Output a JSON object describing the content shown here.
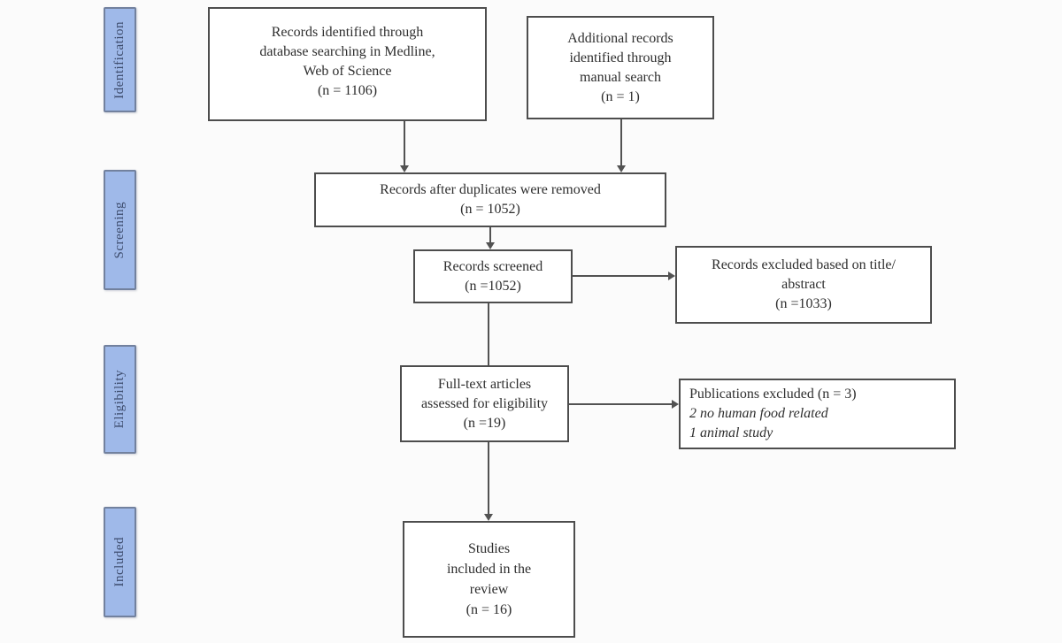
{
  "diagram": {
    "type": "prisma-flow",
    "stages": [
      {
        "label": "Identification"
      },
      {
        "label": "Screening"
      },
      {
        "label": "Eligibility"
      },
      {
        "label": "Included"
      }
    ],
    "boxes": {
      "records_identified": "Records identified through\ndatabase searching in Medline,\nWeb of Science\n(n = 1106)",
      "additional_records": "Additional records\nidentified through\nmanual search\n(n = 1)",
      "after_duplicates": "Records after duplicates were removed\n(n = 1052)",
      "records_screened": "Records screened\n(n =1052)",
      "excluded_title_abstract": "Records excluded based on title/\nabstract\n(n =1033)",
      "full_text_assessed": "Full-text articles\nassessed for eligibility\n(n =19)",
      "publications_excluded": {
        "title": "Publications excluded (n = 3)",
        "reasons": [
          "2 no human food related",
          "1 animal study"
        ]
      },
      "studies_included": "Studies\nincluded in the\nreview\n(n = 16)"
    },
    "colors": {
      "stage_fill": "#9fb9e9",
      "stage_border": "#72819e",
      "stage_text": "#3d4c6d",
      "box_border": "#4d4d4d",
      "line": "#525252",
      "text": "#2e2e2e",
      "background": "#fbfbfb"
    }
  }
}
